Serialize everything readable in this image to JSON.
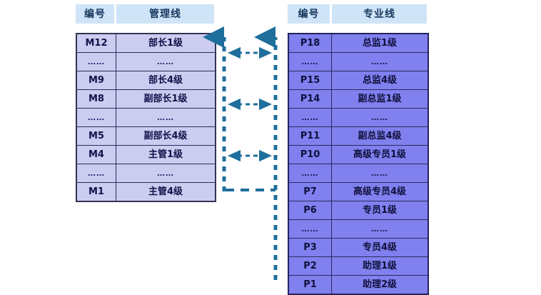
{
  "diagram": {
    "title": "Dual career ladder: management line and professional line",
    "accent_color": "#1f6f9c",
    "management_fill": "#ccccf0",
    "professional_fill": "#8080ef",
    "header_fill": "#cfe4f7",
    "header_text_color": "#17375e",
    "border_color": "#2b2b5e"
  },
  "management": {
    "header": {
      "code": "编号",
      "name": "管理线"
    },
    "rows": [
      {
        "code": "M12",
        "name": "部长1级",
        "ellipsis": false
      },
      {
        "code": "……",
        "name": "……",
        "ellipsis": true
      },
      {
        "code": "M9",
        "name": "部长4级",
        "ellipsis": false
      },
      {
        "code": "M8",
        "name": "副部长1级",
        "ellipsis": false
      },
      {
        "code": "……",
        "name": "……",
        "ellipsis": true
      },
      {
        "code": "M5",
        "name": "副部长4级",
        "ellipsis": false
      },
      {
        "code": "M4",
        "name": "主管1级",
        "ellipsis": false
      },
      {
        "code": "……",
        "name": "……",
        "ellipsis": true
      },
      {
        "code": "M1",
        "name": "主管4级",
        "ellipsis": false
      }
    ]
  },
  "professional": {
    "header": {
      "code": "编号",
      "name": "专业线"
    },
    "rows": [
      {
        "code": "P18",
        "name": "总监1级",
        "ellipsis": false
      },
      {
        "code": "……",
        "name": "……",
        "ellipsis": true
      },
      {
        "code": "P15",
        "name": "总监4级",
        "ellipsis": false
      },
      {
        "code": "P14",
        "name": "副总监1级",
        "ellipsis": false
      },
      {
        "code": "……",
        "name": "……",
        "ellipsis": true
      },
      {
        "code": "P11",
        "name": "副总监4级",
        "ellipsis": false
      },
      {
        "code": "P10",
        "name": "高级专员1级",
        "ellipsis": false
      },
      {
        "code": "……",
        "name": "……",
        "ellipsis": true
      },
      {
        "code": "P7",
        "name": "高级专员4级",
        "ellipsis": false
      },
      {
        "code": "P6",
        "name": "专员1级",
        "ellipsis": false
      },
      {
        "code": "……",
        "name": "……",
        "ellipsis": true
      },
      {
        "code": "P3",
        "name": "专员4级",
        "ellipsis": false
      },
      {
        "code": "P2",
        "name": "助理1级",
        "ellipsis": false
      },
      {
        "code": "P1",
        "name": "助理2级",
        "ellipsis": false
      }
    ]
  },
  "connectors": {
    "left_riser_label": "management-up-arrow",
    "right_riser_label": "professional-up-arrow",
    "cross_links": [
      "link-bucho-to-zongjian",
      "link-fubucho-to-fuzongjian",
      "link-zhuguan-to-gaojizhuanyuan"
    ],
    "bottom_link_label": "bottom-dashed-link"
  }
}
